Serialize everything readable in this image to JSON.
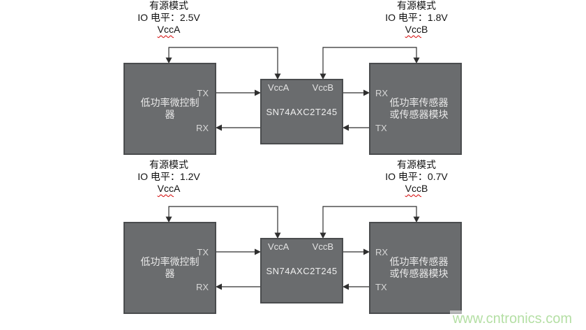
{
  "watermark": {
    "text": "www.cntronics.com"
  },
  "colors": {
    "box_fill": "#6a6c6e",
    "box_border": "#4a4c4e",
    "box_text": "#e9e9e9",
    "wire": "#2f2f2f",
    "squiggle": "#d20000",
    "watermark": "#b4dfa4"
  },
  "diagrams": [
    {
      "vcca_note": {
        "mode": "有源模式",
        "io_level": "IO 电平：2.5V",
        "vcc_word": "Vcc",
        "vcc_channel": "A"
      },
      "vccb_note": {
        "mode": "有源模式",
        "io_level": "IO 电平：1.8V",
        "vcc_word": "Vcc",
        "vcc_channel": "B"
      },
      "mcu": {
        "label": "低功率微控制\n器",
        "tx": "TX",
        "rx": "RX"
      },
      "shifter": {
        "vcca": "VccA",
        "vccb": "VccB",
        "label": "SN74AXC2T245"
      },
      "sensor": {
        "label": "低功率传感器\n或传感器模块",
        "rx": "RX",
        "tx": "TX"
      }
    },
    {
      "vcca_note": {
        "mode": "有源模式",
        "io_level": "IO 电平：1.2V",
        "vcc_word": "Vcc",
        "vcc_channel": "A"
      },
      "vccb_note": {
        "mode": "有源模式",
        "io_level": "IO 电平：0.7V",
        "vcc_word": "Vcc",
        "vcc_channel": "B"
      },
      "mcu": {
        "label": "低功率微控制\n器",
        "tx": "TX",
        "rx": "RX"
      },
      "shifter": {
        "vcca": "VccA",
        "vccb": "VccB",
        "label": "SN74AXC2T245"
      },
      "sensor": {
        "label": "低功率传感器\n或传感器模块",
        "rx": "RX",
        "tx": "TX"
      }
    }
  ]
}
